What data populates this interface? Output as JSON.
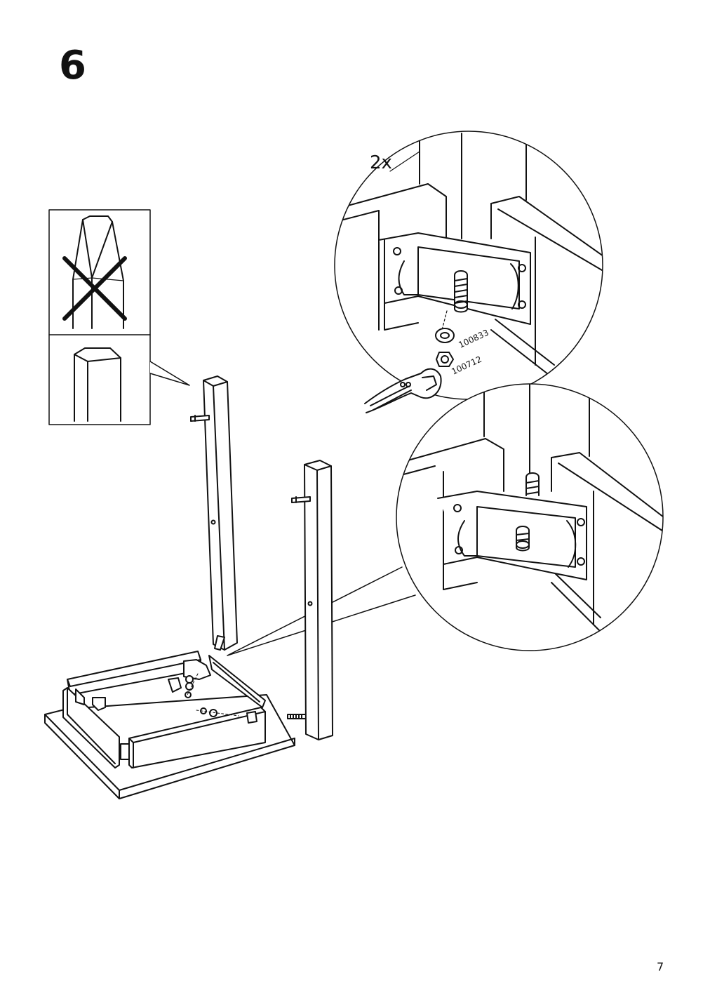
{
  "step": {
    "number": "6"
  },
  "detail_top": {
    "quantity": "2x",
    "washer_part": "100833",
    "nut_part": "100712"
  },
  "page": {
    "number": "7"
  },
  "icons": [
    "incorrect-leg-cross-icon",
    "correct-leg-icon",
    "wrench-icon",
    "washer-icon",
    "nut-icon",
    "bolt-icon",
    "dowel-icon"
  ]
}
